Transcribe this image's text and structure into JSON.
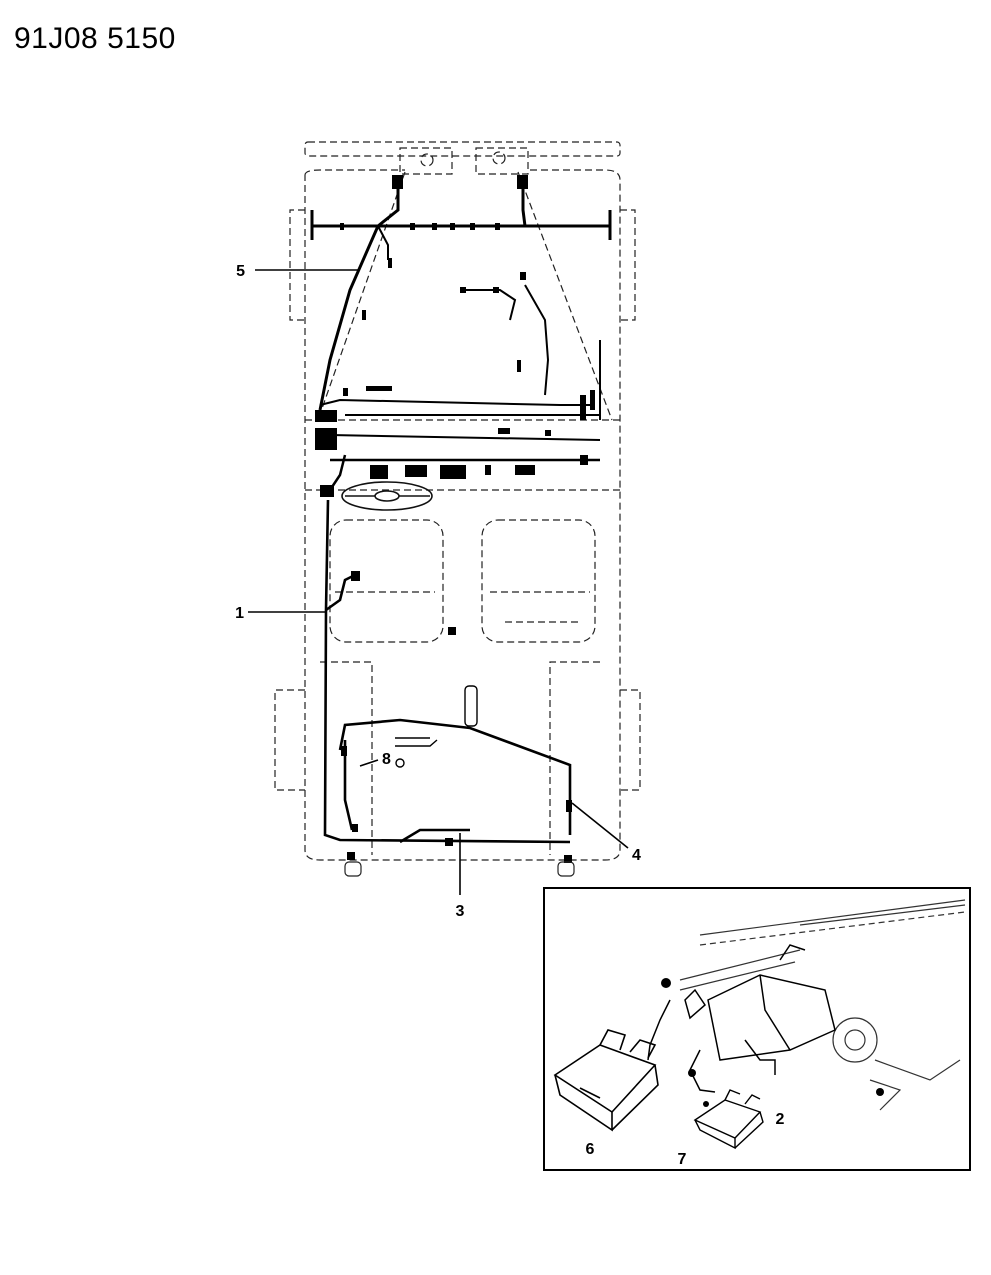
{
  "header": {
    "code": "91J08  5150"
  },
  "callouts": {
    "c1": "1",
    "c2": "2",
    "c3": "3",
    "c4": "4",
    "c5": "5",
    "c6": "6",
    "c7": "7",
    "c8": "8"
  }
}
